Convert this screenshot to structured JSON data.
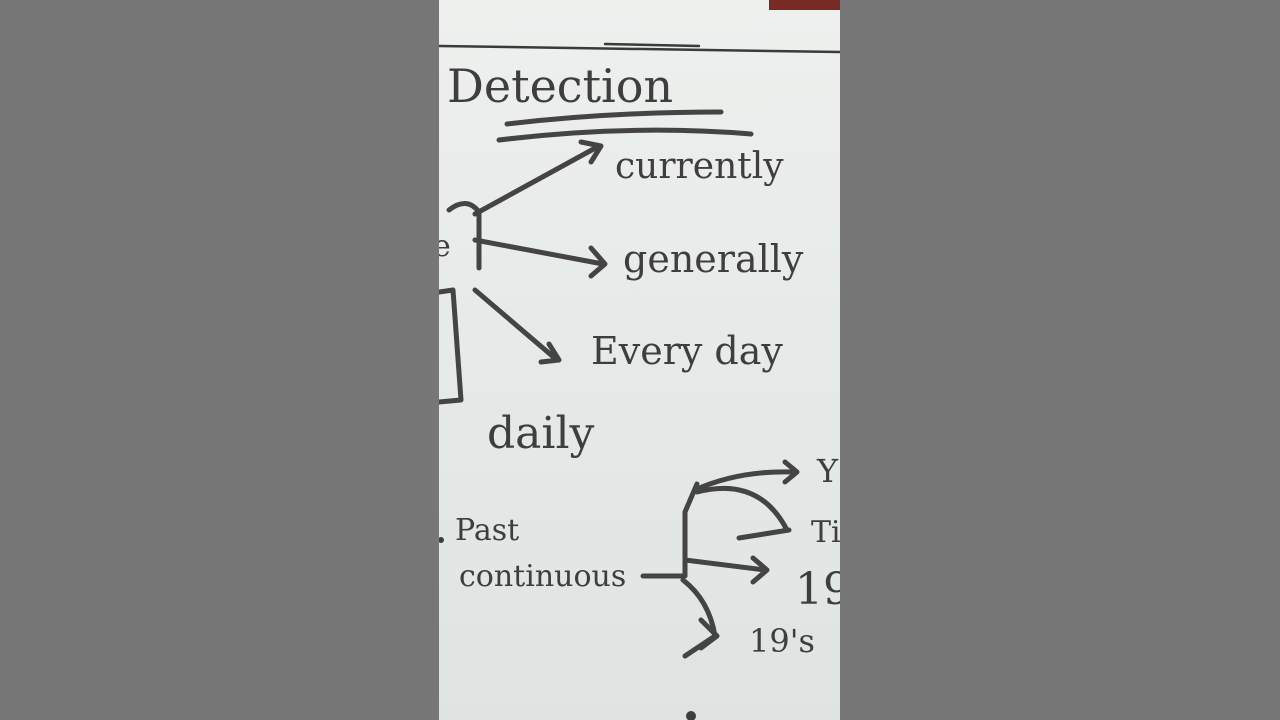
{
  "board": {
    "title": "Detection",
    "branches": [
      "currently",
      "generally",
      "Every day",
      "daily"
    ],
    "section2": {
      "line1": "Past",
      "line2": "continuous"
    },
    "fragments": [
      "Y",
      "Ti",
      "19",
      "19's"
    ]
  },
  "colors": {
    "background": "#777777",
    "whiteboard": "#e8ebe9",
    "ink": "#3e3e3e"
  }
}
